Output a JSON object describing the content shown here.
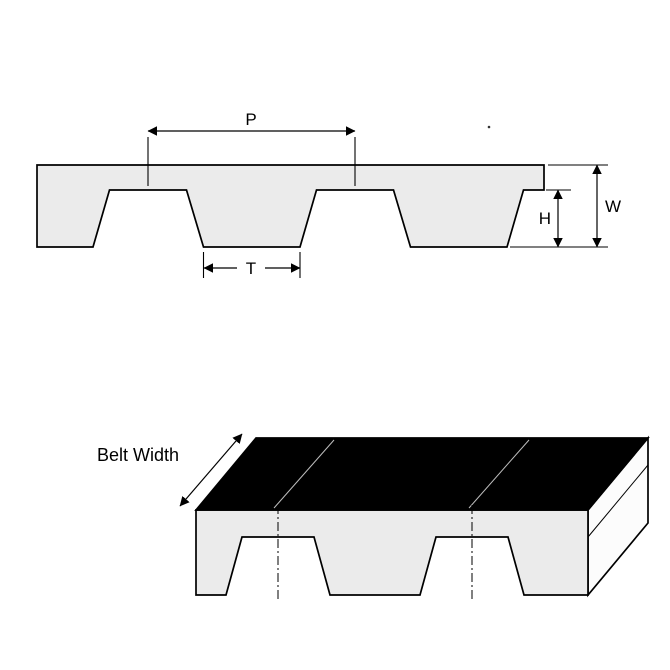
{
  "colors": {
    "background": "#ffffff",
    "outline": "#000000",
    "belt_fill": "#ebebeb",
    "top_face": "#000000",
    "end_face": "#fcfcfc"
  },
  "cross_section": {
    "labels": {
      "pitch": "P",
      "tooth_width": "T",
      "tooth_height": "H",
      "belt_thickness": "W"
    }
  },
  "iso_view": {
    "label_belt_width": "Belt Width"
  }
}
